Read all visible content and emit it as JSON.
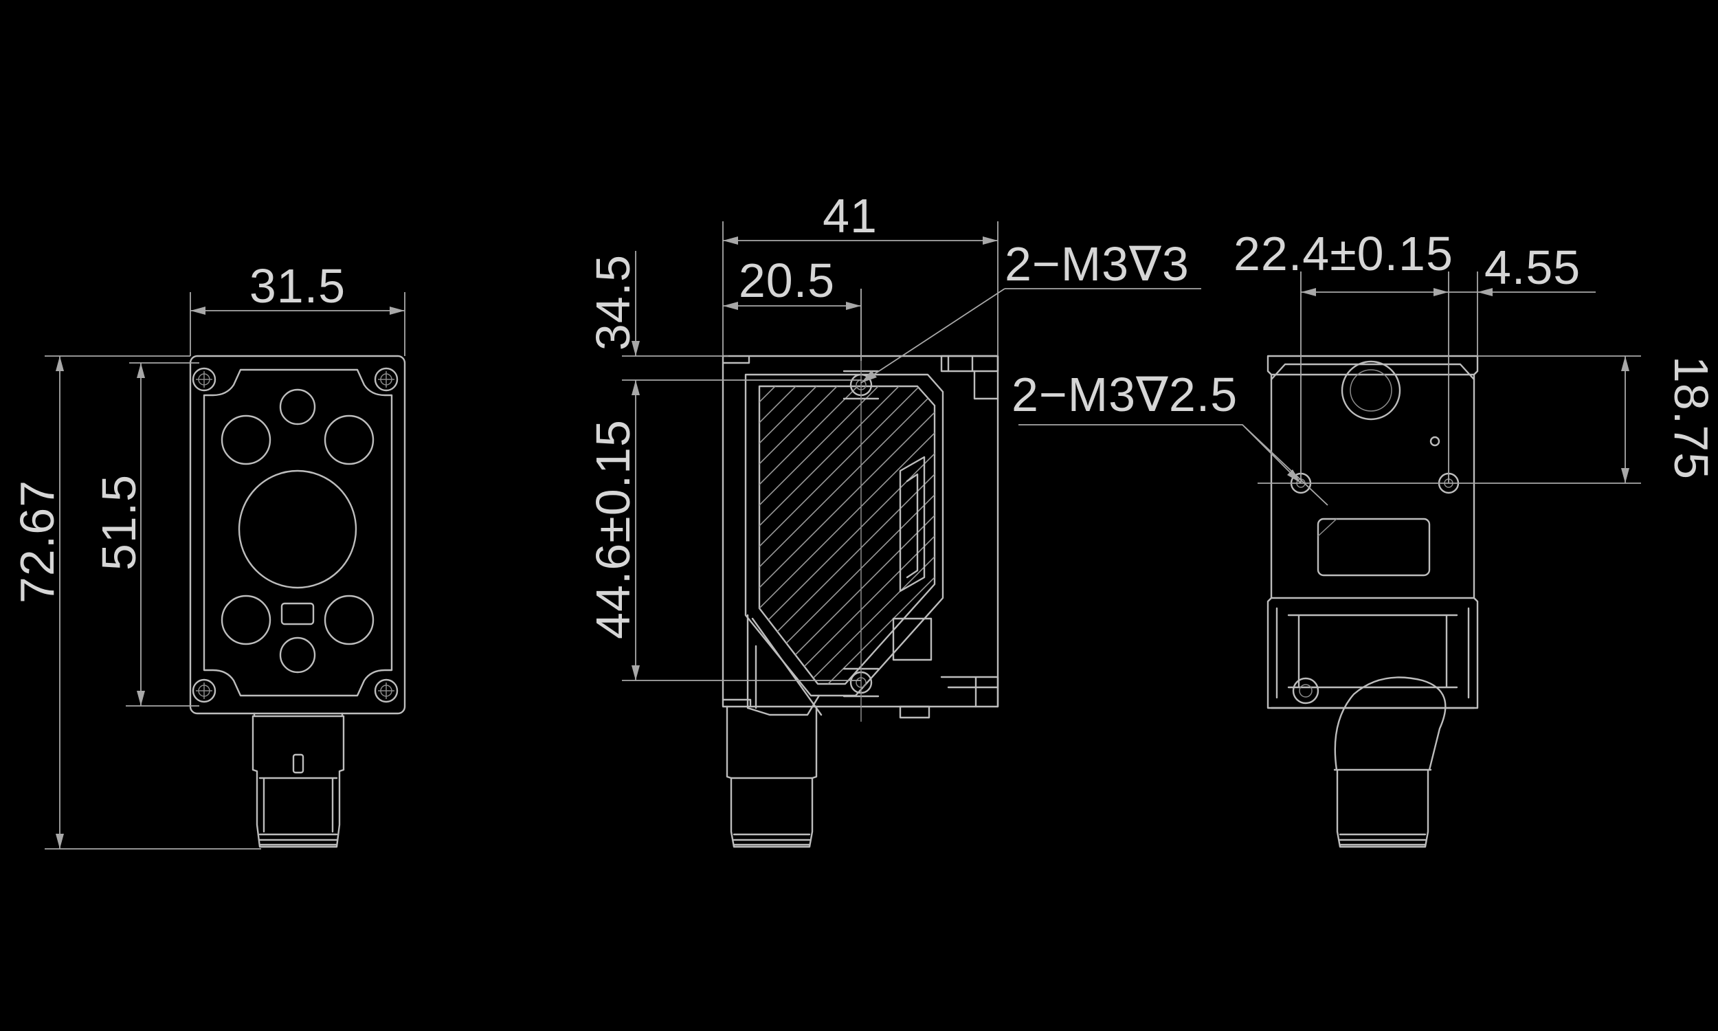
{
  "drawing": {
    "front_view": {
      "width_label": "31.5",
      "total_height_label": "72.67",
      "hole_spacing_label": "51.5"
    },
    "side_view": {
      "width_label": "41",
      "half_width_label": "20.5",
      "top_offset_label": "34.5",
      "hole_spacing_label": "44.6±0.15",
      "thread_label": "2−M3∇3"
    },
    "back_view": {
      "hole_spacing_label": "22.4±0.15",
      "edge_offset_label": "4.55",
      "hole_height_label": "18.75",
      "thread_label": "2−M3∇2.5"
    }
  },
  "colors": {
    "background": "#000000",
    "line": "#bdbdbd",
    "text": "#d6d6d6"
  }
}
